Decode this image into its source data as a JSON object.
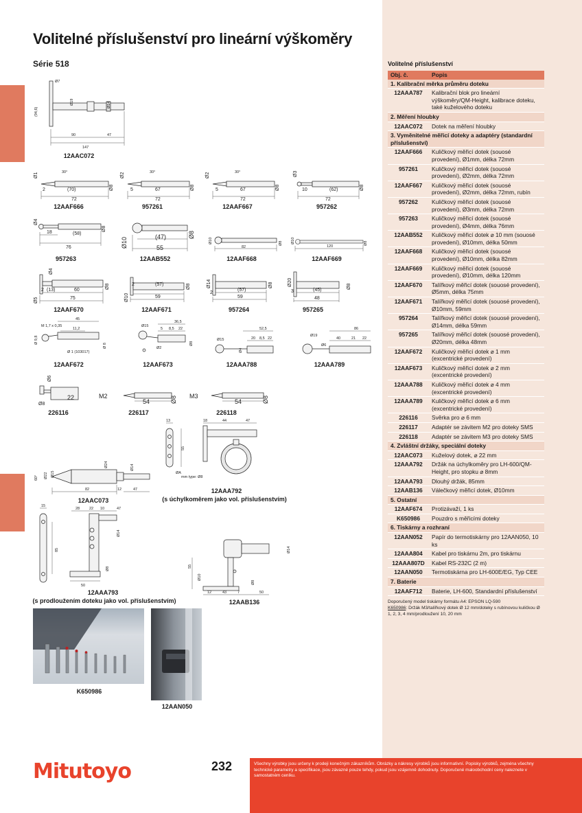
{
  "page": {
    "title": "Volitelné příslušenství pro lineární výškoměry",
    "series": "Série 518",
    "page_number": "232",
    "logo": "Mitutoyo",
    "footer_text": "Všechny výrobky jsou určeny k prodeji konečným zákazníkům. Obrázky a nákresy výrobků jsou informativní. Popisky výrobků, zejména všechny technické parametry a specifikace, jsou závazné pouze tehdy, pokud jsou vzájemně dohodnuty. Doporučené maloobchodní ceny naleznete v samostatném ceníku.",
    "accent_color": "#e8432c",
    "tab_color": "#e07a5f",
    "panel_color": "#f6e6dc"
  },
  "figures": {
    "f12AAC072": {
      "caption": "12AAC072",
      "d1": "(94,6)",
      "d2": "Ø7",
      "d3": "Ø19",
      "d4": "Ø14",
      "d5": "90",
      "d6": "47",
      "d7": "147"
    },
    "f12AAF666": {
      "caption": "12AAF666",
      "d1": "Ø1",
      "d2": "30°",
      "d3": "(70)",
      "d4": "72",
      "d5": "Ø8",
      "d6": "2"
    },
    "f957261": {
      "caption": "957261",
      "d1": "Ø2",
      "d2": "30°",
      "d3": "67",
      "d4": "72",
      "d5": "Ø8",
      "d6": "5"
    },
    "f12AAF667": {
      "caption": "12AAF667",
      "d1": "Ø2",
      "d2": "30°",
      "d3": "67",
      "d4": "72",
      "d5": "Ø8",
      "d6": "5"
    },
    "f957262": {
      "caption": "957262",
      "d1": "Ø3",
      "d2": "(62)",
      "d3": "72",
      "d4": "Ø8",
      "d5": "10"
    },
    "f957263": {
      "caption": "957263",
      "d1": "Ø4",
      "d2": "18",
      "d3": "(58)",
      "d4": "76",
      "d5": "Ø8"
    },
    "f12AAB552": {
      "caption": "12AAB552",
      "d1": "Ø10",
      "d2": "(47)",
      "d3": "55",
      "d4": "Ø8"
    },
    "f12AAF668": {
      "caption": "12AAF668",
      "d1": "Ø10",
      "d2": "82",
      "d3": "Ø8"
    },
    "f12AAF669": {
      "caption": "12AAF669",
      "d1": "Ø10",
      "d2": "120",
      "d3": "Ø8"
    },
    "f12AAF670": {
      "caption": "12AAF670",
      "d1": "Ø4",
      "d2": "Ø5",
      "d3": "2",
      "d4": "(13)",
      "d5": "60",
      "d6": "75",
      "d7": "Ø8"
    },
    "f12AAF671": {
      "caption": "12AAF671",
      "d1": "Ø10",
      "d2": "2",
      "d3": "(57)",
      "d4": "59",
      "d5": "Ø8"
    },
    "f957264": {
      "caption": "957264",
      "d1": "Ø14",
      "d2": "2",
      "d3": "(57)",
      "d4": "59",
      "d5": "Ø8"
    },
    "f957265": {
      "caption": "957265",
      "d1": "Ø20",
      "d2": "3",
      "d3": "(45)",
      "d4": "48",
      "d5": "Ø8"
    },
    "f12AAF672": {
      "caption": "12AAF672",
      "d1": "45",
      "d2": "M 1,7 x 0,35",
      "d3": "11,2",
      "d4": "Ø 9,8",
      "d5": "Ø 1 (103017)",
      "d6": "Ø 8"
    },
    "f12AAF673": {
      "caption": "12AAF673",
      "d1": "36,5",
      "d2": "5",
      "d3": "8,5",
      "d4": "22",
      "d5": "Ø15",
      "d6": "Ø2",
      "d7": "Ø8"
    },
    "f12AAA788": {
      "caption": "12AAA788",
      "d1": "52,5",
      "d2": "20",
      "d3": "8,5",
      "d4": "22",
      "d5": "Ø15",
      "d6": "Ø4"
    },
    "f12AAA789": {
      "caption": "12AAA789",
      "d1": "86",
      "d2": "40",
      "d3": "21",
      "d4": "22",
      "d5": "Ø19",
      "d6": "Ø6"
    },
    "f226116": {
      "caption": "226116",
      "d1": "Ø6",
      "d2": "22",
      "d3": "Ø8"
    },
    "f226117": {
      "caption": "226117",
      "d1": "M2",
      "d2": "54",
      "d3": "Ø8"
    },
    "f226118": {
      "caption": "226118",
      "d1": "M3",
      "d2": "54",
      "d3": "Ø8"
    },
    "f12AAC073": {
      "caption": "12AAC073",
      "d1": "60°",
      "d2": "Ø22",
      "d3": "Ø24",
      "d4": "Ø14",
      "d5": "82",
      "d6": "12",
      "d7": "47",
      "d8": "Ø15"
    },
    "f12AAA792": {
      "caption": "12AAA792",
      "caption2": "(s úchylkoměrem jako vol. příslušenstvím)",
      "d1": "13",
      "d2": "18",
      "d3": "44",
      "d4": "47",
      "d5": "55",
      "d6": "ØA",
      "d7": "mm type: Ø8"
    },
    "f12AAA793": {
      "caption": "12AAA793",
      "caption2": "(s prodloužením doteku jako vol. příslušenstvím)",
      "d1": "15",
      "d2": "28",
      "d3": "22",
      "d4": "10",
      "d5": "47",
      "d6": "85",
      "d7": "50",
      "d8": "Ø14",
      "d9": "Ø8"
    },
    "f12AAB136": {
      "caption": "12AAB136",
      "d1": "Ø14",
      "d2": "55",
      "d3": "Ø10",
      "d4": "Ø8",
      "d5": "12",
      "d6": "43",
      "d7": "7",
      "d8": "50"
    },
    "fK650986": {
      "caption": "K650986"
    },
    "f12AAN050": {
      "caption": "12AAN050"
    }
  },
  "table": {
    "title": "Volitelné příslušenství",
    "headers": [
      "Obj. č.",
      "Popis"
    ],
    "rows": [
      {
        "type": "section",
        "text": "1. Kalibrační měrka průměru doteku"
      },
      {
        "code": "12AAA787",
        "desc": "Kalibrační blok pro lineární výškoměry/QM-Height, kalibrace doteku, také kuželového doteku"
      },
      {
        "type": "section",
        "text": "2. Měření hloubky"
      },
      {
        "code": "12AAC072",
        "desc": "Dotek na měření hloubky"
      },
      {
        "type": "section",
        "text": "3. Vyměnitelné měřicí doteky a adaptéry (standardní příslušenství)"
      },
      {
        "code": "12AAF666",
        "desc": "Kuličkový měřicí dotek (souosé provedení), Ø1mm, délka 72mm"
      },
      {
        "code": "957261",
        "desc": "Kuličkový měřicí dotek (souosé provedení), Ø2mm, délka 72mm"
      },
      {
        "code": "12AAF667",
        "desc": "Kuličkový měřicí dotek (souosé provedení), Ø2mm, délka 72mm, rubín"
      },
      {
        "code": "957262",
        "desc": "Kuličkový měřicí dotek (souosé provedení), Ø3mm, délka 72mm"
      },
      {
        "code": "957263",
        "desc": "Kuličkový měřicí dotek (souosé provedení), Ø4mm, délka 76mm"
      },
      {
        "code": "12AAB552",
        "desc": "Kuličkový měřicí dotek ⌀ 10 mm (souosé provedení), Ø10mm, délka 50mm"
      },
      {
        "code": "12AAF668",
        "desc": "Kuličkový měřicí dotek (souosé provedení), Ø10mm, délka 82mm"
      },
      {
        "code": "12AAF669",
        "desc": "Kuličkový měřicí dotek (souosé provedení), Ø10mm, délka 120mm"
      },
      {
        "code": "12AAF670",
        "desc": "Talířkový měřicí dotek (souosé provedení), Ø5mm, délka 75mm"
      },
      {
        "code": "12AAF671",
        "desc": "Talířkový měřicí dotek (souosé provedení), Ø10mm, 59mm"
      },
      {
        "code": "957264",
        "desc": "Talířkový měřicí dotek (souosé provedení), Ø14mm, délka 59mm"
      },
      {
        "code": "957265",
        "desc": "Talířkový měřicí dotek (souosé provedení), Ø20mm, délka 48mm"
      },
      {
        "code": "12AAF672",
        "desc": "Kuličkový měřicí dotek ⌀ 1 mm (excentrické provedení)"
      },
      {
        "code": "12AAF673",
        "desc": "Kuličkový měřicí dotek ⌀ 2 mm (excentrické provedení)"
      },
      {
        "code": "12AAA788",
        "desc": "Kuličkový měřicí dotek ⌀ 4 mm (excentrické provedení)"
      },
      {
        "code": "12AAA789",
        "desc": "Kuličkový měřicí dotek ⌀ 6 mm (excentrické provedení)"
      },
      {
        "code": "226116",
        "desc": "Svěrka pro ⌀ 6 mm"
      },
      {
        "code": "226117",
        "desc": "Adaptér se závitem M2 pro doteky SMS"
      },
      {
        "code": "226118",
        "desc": "Adaptér se závitem M3 pro doteky SMS"
      },
      {
        "type": "section",
        "text": "4. Zvláštní držáky, speciální doteky"
      },
      {
        "code": "12AAC073",
        "desc": "Kuželový dotek, ⌀ 22 mm"
      },
      {
        "code": "12AAA792",
        "desc": "Držák na úchylkoměry pro LH-600/QM-Height, pro stopku ⌀ 8mm"
      },
      {
        "code": "12AAA793",
        "desc": "Dlouhý držák, 85mm"
      },
      {
        "code": "12AAB136",
        "desc": "Válečkový měřicí dotek, Ø10mm"
      },
      {
        "type": "section",
        "text": "5. Ostatní"
      },
      {
        "code": "12AAF674",
        "desc": "Protizávaží, 1 ks"
      },
      {
        "code": "K650986",
        "desc": "Pouzdro s měřicími doteky"
      },
      {
        "type": "section",
        "text": "6. Tiskárny a rozhraní"
      },
      {
        "code": "12AAN052",
        "desc": "Papír do termotiskárny pro 12AAN050, 10 ks"
      },
      {
        "code": "12AAA804",
        "desc": "Kabel pro tiskárnu 2m, pro tiskárnu"
      },
      {
        "code": "12AAA807D",
        "desc": "Kabel RS-232C (2 m)"
      },
      {
        "code": "12AAN050",
        "desc": "Termotiskárna pro LH-600E/EG, Typ CEE"
      },
      {
        "type": "section",
        "text": "7. Baterie"
      },
      {
        "code": "12AAF712",
        "desc": "Baterie, LH-600, Standardní příslušenství"
      }
    ],
    "note1": "Doporučený model tiskárny formátu A4: EPSON LQ-590",
    "note2_code": "K650986",
    "note2_text": ": Držák M3/talířkový dotek Ø 12 mm/doteky s rubínovou kuličkou Ø 1, 2, 3, 4 mm/prodloužení 10, 20 mm"
  }
}
